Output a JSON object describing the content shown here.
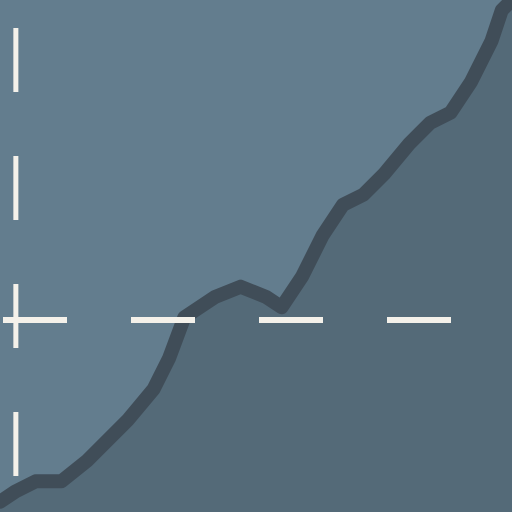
{
  "chart_data": {
    "type": "area",
    "title": "",
    "xlabel": "",
    "ylabel": "",
    "xlim": [
      0,
      100
    ],
    "ylim": [
      0,
      100
    ],
    "grid": true,
    "x": [
      0,
      3,
      7,
      12,
      17,
      21,
      25,
      30,
      33,
      36,
      42,
      47,
      52,
      55,
      59,
      63,
      67,
      71,
      75,
      80,
      84,
      88,
      92,
      96,
      98,
      100
    ],
    "series": [
      {
        "values": [
          51,
          52,
          53,
          53,
          55,
          57,
          59,
          62,
          65,
          69,
          71,
          72,
          71,
          70,
          73,
          77,
          80,
          81,
          83,
          86,
          88,
          89,
          92,
          96,
          99,
          100
        ]
      }
    ],
    "gridlines": {
      "x": [
        3
      ],
      "y": [
        37.5
      ]
    },
    "colors": {
      "background": "#546a78",
      "upper_band": "#637d8e",
      "area_fill": "#546a78",
      "line": "#404d58",
      "grid": "#f4f1ea"
    }
  }
}
